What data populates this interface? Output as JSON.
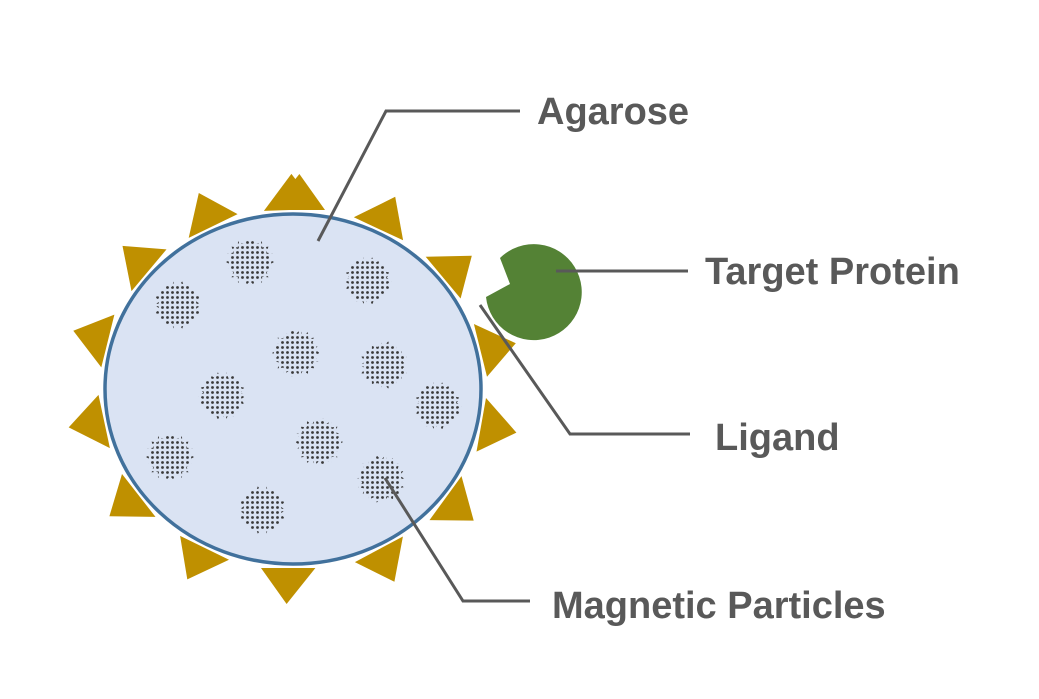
{
  "labels": {
    "agarose": "Agarose",
    "target_protein": "Target Protein",
    "ligand": "Ligand",
    "magnetic_particles": "Magnetic Particles"
  },
  "colors": {
    "bead_fill": "#dae3f3",
    "bead_stroke": "#41719c",
    "ligand": "#bf9000",
    "target_protein": "#548235",
    "particle": "#595959",
    "leader_line": "#595959",
    "label_text": "#595959"
  }
}
